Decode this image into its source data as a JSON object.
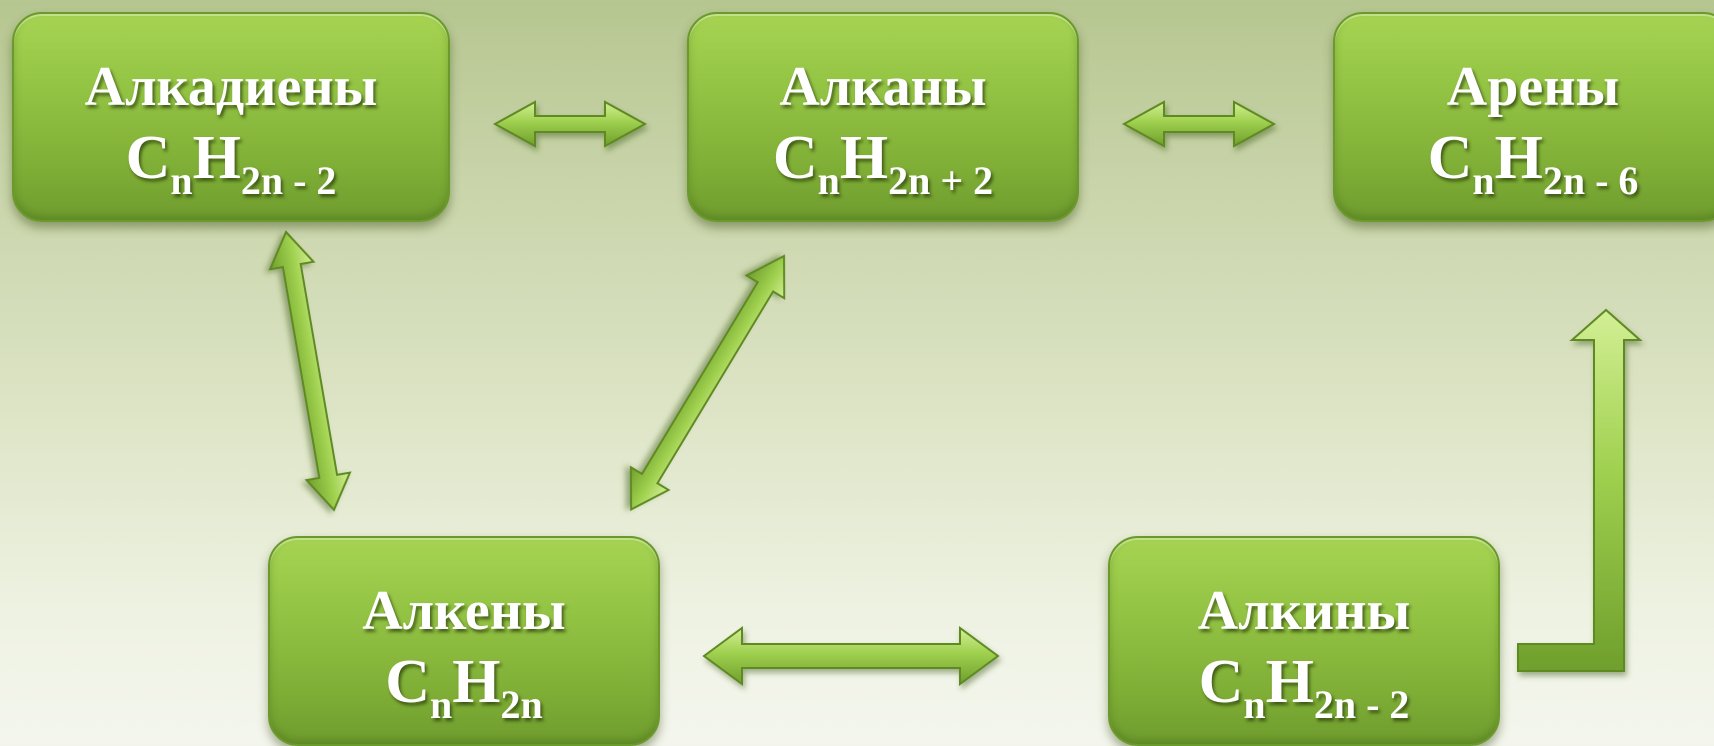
{
  "diagram": {
    "nodes": {
      "alkadienes": {
        "name": "Алкадиены",
        "formula": {
          "c": "C",
          "c_sub": "n",
          "h": "H",
          "h_sub": "2n - 2"
        }
      },
      "alkanes": {
        "name": "Алканы",
        "formula": {
          "c": "C",
          "c_sub": "n",
          "h": "H",
          "h_sub": "2n + 2"
        }
      },
      "arenes": {
        "name": "Арены",
        "formula": {
          "c": "C",
          "c_sub": "n",
          "h": "H",
          "h_sub": "2n - 6"
        }
      },
      "alkenes": {
        "name": "Алкены",
        "formula": {
          "c": "C",
          "c_sub": "n",
          "h": "H",
          "h_sub": "2n"
        }
      },
      "alkynes": {
        "name": "Алкины",
        "formula": {
          "c": "C",
          "c_sub": "n",
          "h": "H",
          "h_sub": "2n - 2"
        }
      }
    },
    "edges": [
      {
        "from": "alkadienes",
        "to": "alkanes",
        "direction": "both"
      },
      {
        "from": "alkanes",
        "to": "arenes",
        "direction": "both"
      },
      {
        "from": "alkadienes",
        "to": "alkenes",
        "direction": "both"
      },
      {
        "from": "alkanes",
        "to": "alkenes",
        "direction": "both"
      },
      {
        "from": "alkenes",
        "to": "alkynes",
        "direction": "both"
      },
      {
        "from": "alkynes",
        "to": "arenes",
        "direction": "forward"
      }
    ],
    "colors": {
      "node_fill": "#94c444",
      "arrow_fill": "#9ccc4c",
      "arrow_stroke": "#5f8a24",
      "text": "#ffffff"
    }
  }
}
